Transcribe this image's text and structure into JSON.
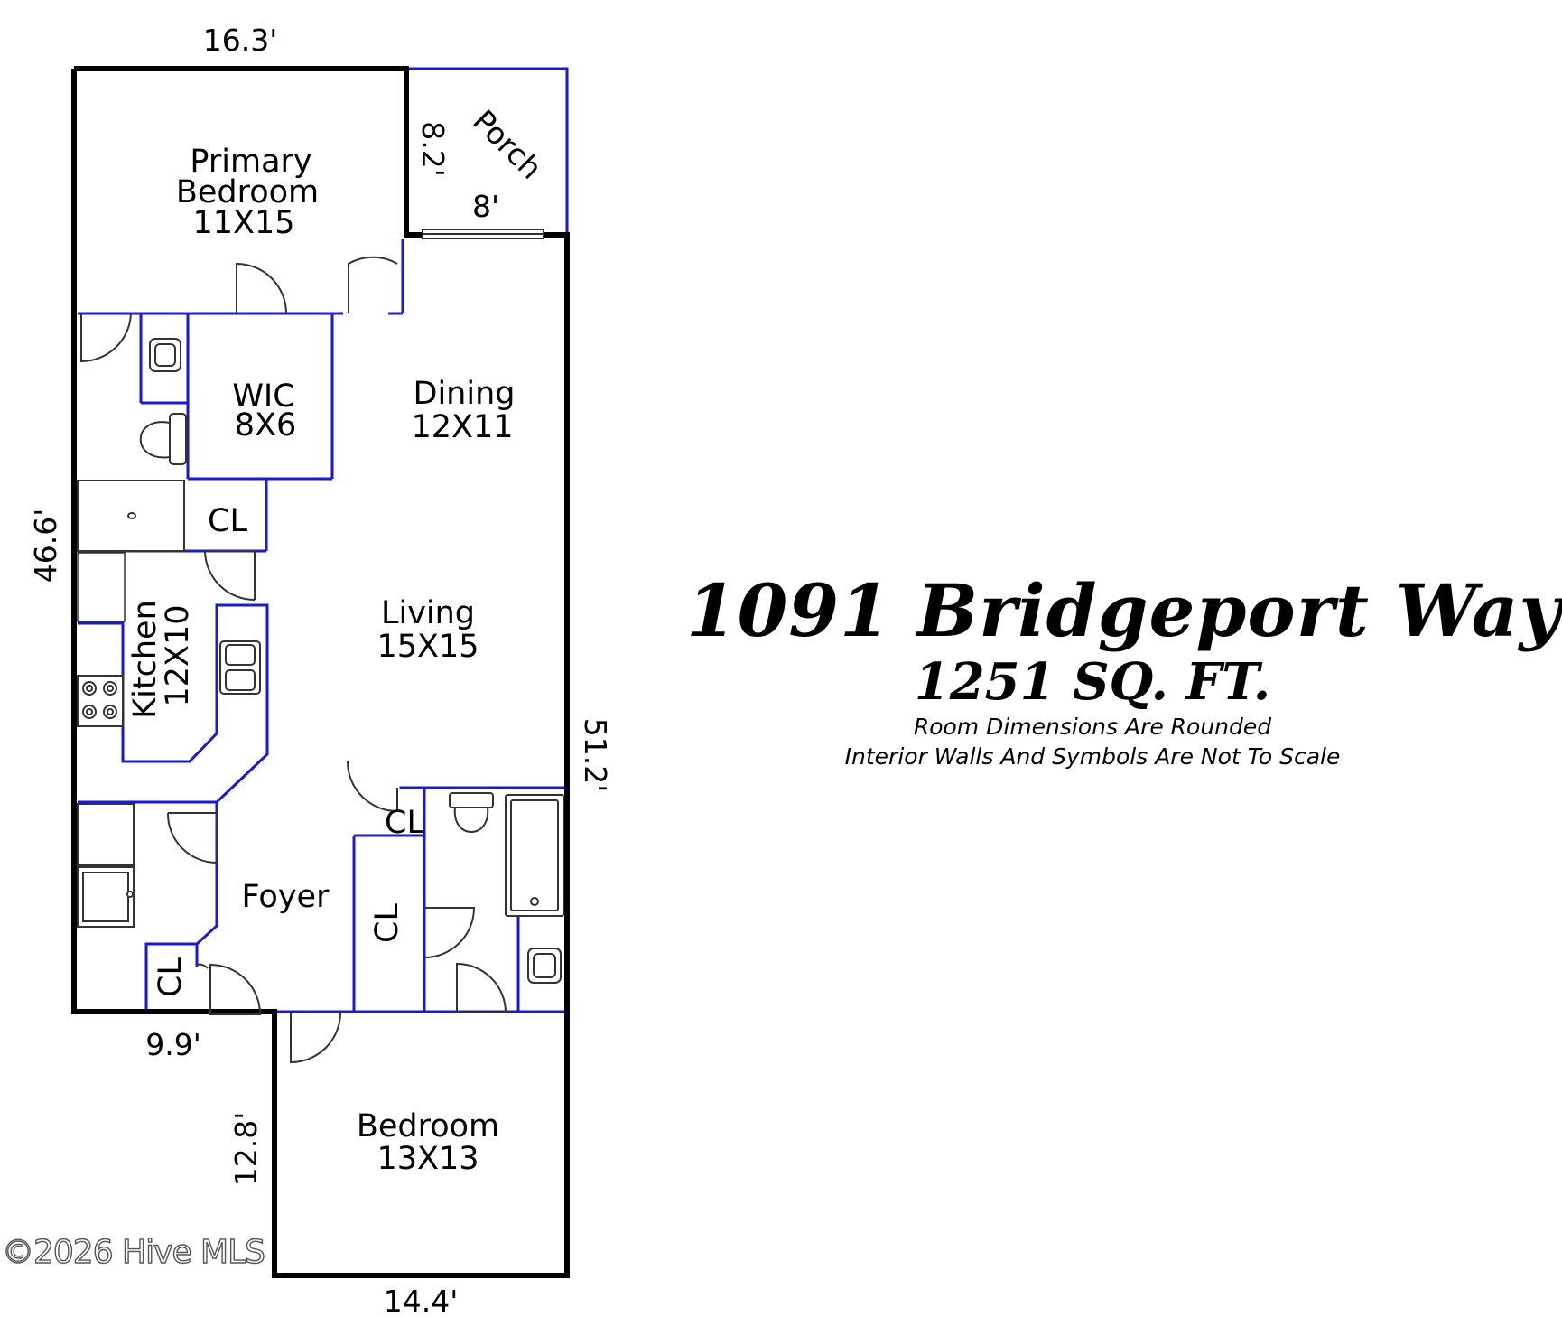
{
  "plan": {
    "address": "1091 Bridgeport Way",
    "area": "1251 SQ. FT.",
    "notes": [
      "Room Dimensions Are Rounded",
      "Interior Walls And Symbols Are Not To Scale"
    ],
    "watermark": "©2026 Hive MLS"
  },
  "rooms": {
    "primary_bedroom": {
      "name_line1": "Primary",
      "name_line2": "Bedroom",
      "size": "11X15"
    },
    "porch": {
      "name": "Porch"
    },
    "wic": {
      "name": "WIC",
      "size": "8X6"
    },
    "dining": {
      "name": "Dining",
      "size": "12X11"
    },
    "living": {
      "name": "Living",
      "size": "15X15"
    },
    "kitchen": {
      "name": "Kitchen",
      "size": "12X10"
    },
    "foyer": {
      "name": "Foyer"
    },
    "bedroom": {
      "name": "Bedroom",
      "size": "13X13"
    },
    "closets": [
      "CL",
      "CL",
      "CL",
      "CL"
    ]
  },
  "dimensions": {
    "top": "16.3'",
    "porch_depth": "8.2'",
    "porch_width": "8'",
    "left": "46.6'",
    "right": "51.2'",
    "bottom_left": "9.9'",
    "bedroom_depth": "12.8'",
    "bottom": "14.4'"
  },
  "colors": {
    "exterior_wall": "#000000",
    "interior_wall": "#1a1ad4"
  }
}
